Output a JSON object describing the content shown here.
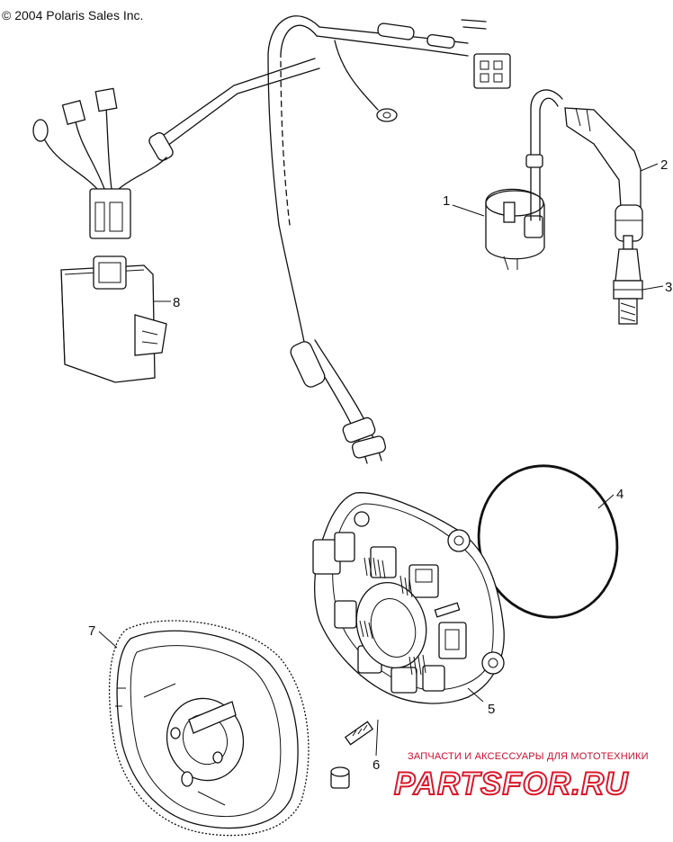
{
  "copyright": "© 2004 Polaris Sales Inc.",
  "callouts": [
    {
      "id": "1",
      "label": "1"
    },
    {
      "id": "2",
      "label": "2"
    },
    {
      "id": "3",
      "label": "3"
    },
    {
      "id": "4",
      "label": "4"
    },
    {
      "id": "5",
      "label": "5"
    },
    {
      "id": "6",
      "label": "6"
    },
    {
      "id": "7",
      "label": "7"
    },
    {
      "id": "8",
      "label": "8"
    }
  ],
  "watermark": {
    "caption": "ЗАПЧАСТИ И АКСЕССУАРЫ ДЛЯ МОТОТЕХНИКИ",
    "logo": "PARTSFOR.RU"
  }
}
